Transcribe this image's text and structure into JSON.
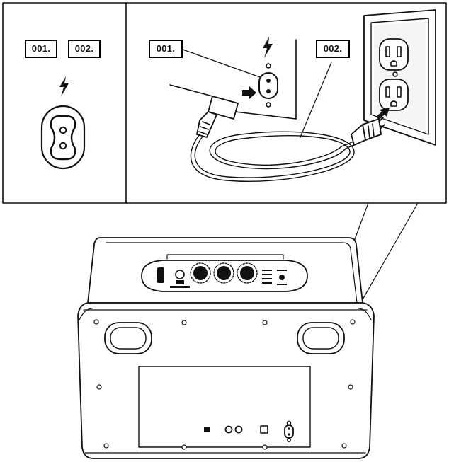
{
  "labels": {
    "left_1": "001.",
    "left_2": "002.",
    "middle_1": "001.",
    "right_2": "002."
  },
  "icons": {
    "power": "lightning-bolt-icon",
    "socket": "figure-8-socket-icon",
    "outlet": "wall-outlet-icon",
    "plug": "two-prong-plug-icon"
  },
  "colors": {
    "line": "#111111",
    "fill": "#ffffff",
    "shade": "#e6e6e6"
  }
}
